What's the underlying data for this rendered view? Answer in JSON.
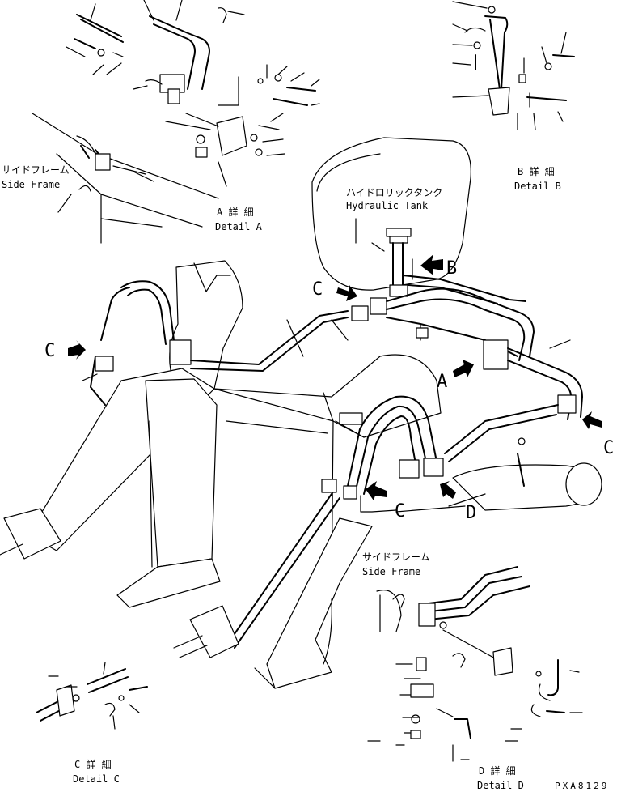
{
  "labels": {
    "detail_a_jp": "A 詳 細",
    "detail_a_en": "Detail A",
    "detail_b_jp": "B 詳 細",
    "detail_b_en": "Detail B",
    "detail_c_jp": "C 詳 細",
    "detail_c_en": "Detail C",
    "detail_d_jp": "D 詳 細",
    "detail_d_en": "Detail D",
    "side_frame_top_jp": "サイドフレーム",
    "side_frame_top_en": "Side Frame",
    "side_frame_bottom_jp": "サイドフレーム",
    "side_frame_bottom_en": "Side Frame",
    "tank_jp": "ハイドロリックタンク",
    "tank_en": "Hydraulic Tank",
    "callout_a": "A",
    "callout_b": "B",
    "callout_c_left": "C",
    "callout_c_top": "C",
    "callout_c_right": "C",
    "callout_c_bottom": "C",
    "callout_d": "D",
    "drawing_code": "PXA8129"
  }
}
